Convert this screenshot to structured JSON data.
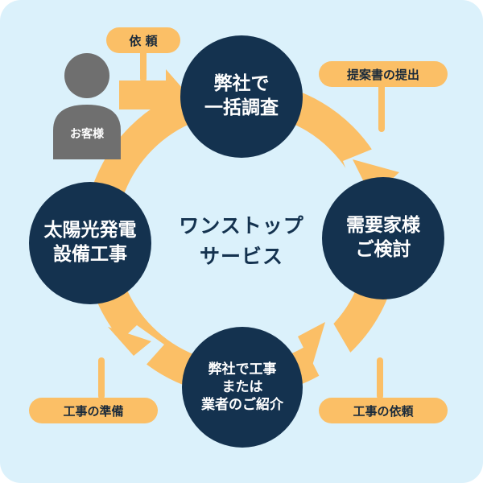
{
  "center": {
    "line1": "ワンストップ",
    "line2": "サービス"
  },
  "nodes": {
    "survey": {
      "line1": "弊社で",
      "line2": "一括調査"
    },
    "review": {
      "line1": "需要家様",
      "line2": "ご検討"
    },
    "construction": {
      "line1": "弊社で工事",
      "line2": "または",
      "line3": "業者のご紹介"
    },
    "solar": {
      "line1": "太陽光発電",
      "line2": "設備工事"
    }
  },
  "labels": {
    "request": "依 頼",
    "proposal": "提案書の提出",
    "construction_request": "工事の依頼",
    "construction_prep": "工事の準備"
  },
  "customer": {
    "label": "お客様"
  },
  "colors": {
    "background": "#dbf1fb",
    "navy": "#14324f",
    "orange": "#fbbf66",
    "customer_gray": "#6f6f6f"
  },
  "icons": {
    "customer": "person-icon"
  }
}
